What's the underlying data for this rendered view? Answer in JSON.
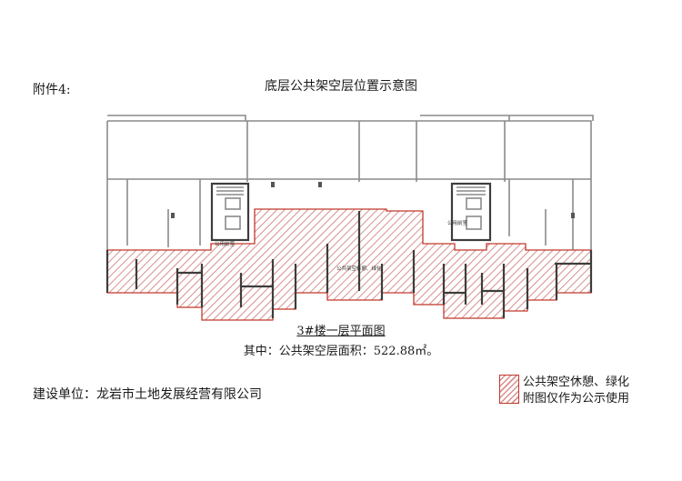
{
  "header": {
    "attachment": "附件4:",
    "title": "底层公共架空层位置示意图"
  },
  "plan": {
    "subtitle": "3#楼一层平面图",
    "area_text": "其中：公共架空层面积：522.88㎡。",
    "room_labels": {
      "left_shaft": "公用前室",
      "right_shaft": "公用前室",
      "central": "公共架空休憩、绿化"
    }
  },
  "footer": {
    "builder": "建设单位：龙岩市土地发展经营有限公司"
  },
  "legend": {
    "line1": "公共架空休憩、绿化",
    "line2": "附图仅作为公示使用"
  },
  "colors": {
    "hatch": "#d98f8f",
    "boundary": "#c0392b",
    "walls": "#8a8a8a"
  }
}
